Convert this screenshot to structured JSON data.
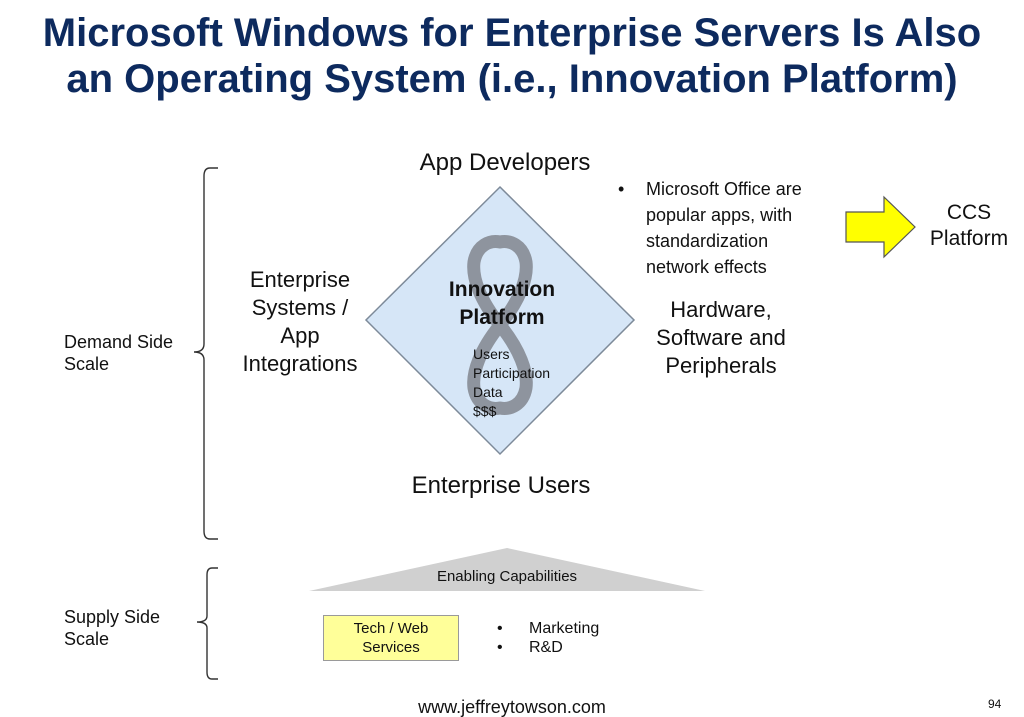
{
  "slide": {
    "title_line1": "Microsoft Windows for Enterprise Servers Is Also",
    "title_line2": "an Operating System (i.e., Innovation Platform)",
    "top_label": "App Developers",
    "bottom_label": "Enterprise Users",
    "left_label": [
      "Enterprise",
      "Systems /",
      "App",
      "Integrations"
    ],
    "right_label": [
      "Hardware,",
      "Software and",
      "Peripherals"
    ],
    "diamond": {
      "title": [
        "Innovation",
        "Platform"
      ],
      "items": [
        "Users",
        "Participation",
        "Data",
        "$$$"
      ]
    },
    "office_note": [
      "Microsoft Office are",
      "popular apps, with",
      "standardization",
      "network effects"
    ],
    "arrow_target": [
      "CCS",
      "Platform"
    ],
    "demand_label": [
      "Demand Side",
      "Scale"
    ],
    "supply_label": [
      "Supply Side",
      "Scale"
    ],
    "enabling_label": "Enabling Capabilities",
    "tech_box": [
      "Tech / Web",
      "Services"
    ],
    "supply_bullets": [
      "Marketing",
      "R&D"
    ],
    "bullet_char": "•",
    "footer_url": "www.jeffreytowson.com",
    "page_number": "94"
  },
  "colors": {
    "title": "#0d2a5e",
    "diamond_fill": "#d6e6f7",
    "diamond_stroke": "#7d8a99",
    "infinity": "#8a8f99",
    "arrow_fill": "#ffff00",
    "tech_box_fill": "#ffff99",
    "triangle": "#d0d0d0"
  },
  "icons": [
    "infinity-icon",
    "right-arrow-icon",
    "curly-brace-icon"
  ]
}
